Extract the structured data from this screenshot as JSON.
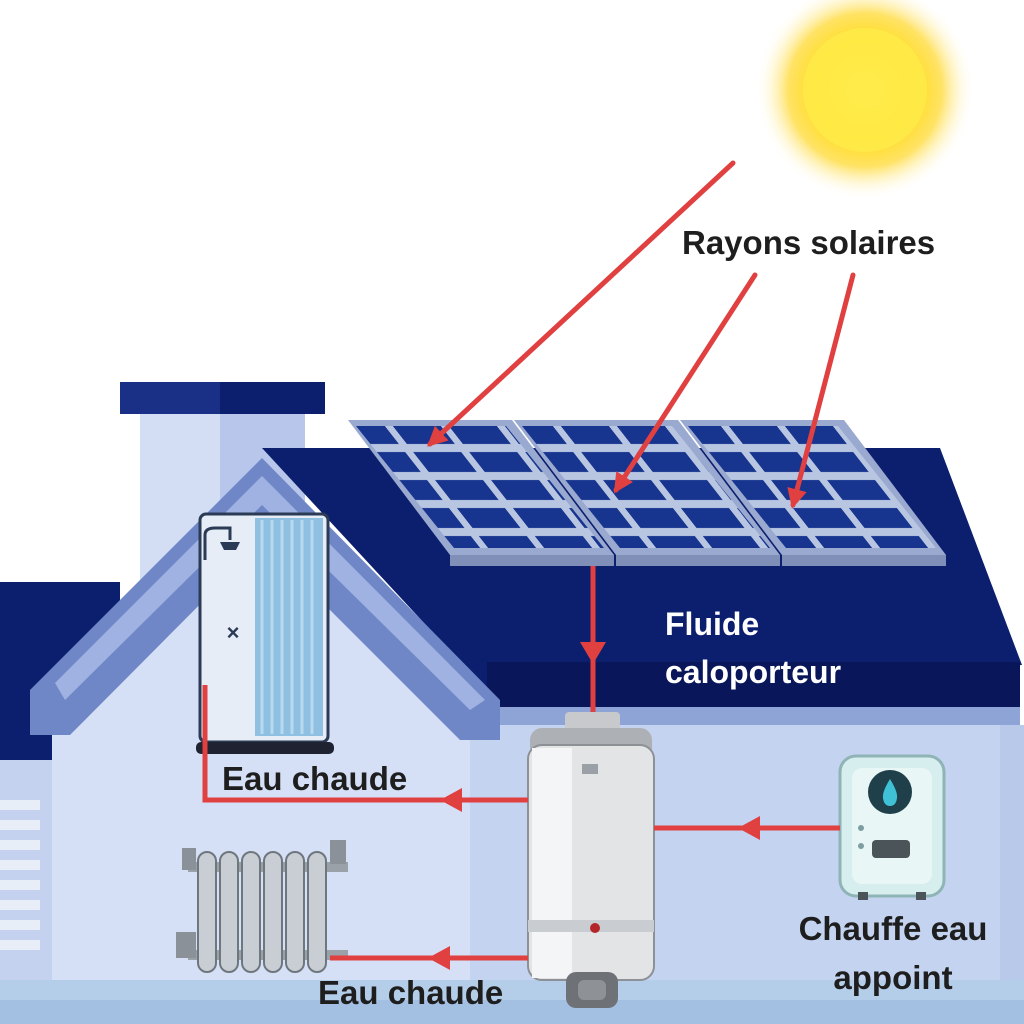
{
  "labels": {
    "sun_rays": "Rayons solaires",
    "fluid_line1": "Fluide",
    "fluid_line2": "caloporteur",
    "hot_water_shower": "Eau chaude",
    "hot_water_radiator": "Eau chaude",
    "backup_heater_line1": "Chauffe eau",
    "backup_heater_line2": "appoint"
  },
  "colors": {
    "arrow": "#e04040",
    "roof": "#0c1f6e",
    "wall": "#c7d4f0",
    "panel": "#17348f",
    "sun": "#ffe23a",
    "ground": "#b4cde9"
  }
}
